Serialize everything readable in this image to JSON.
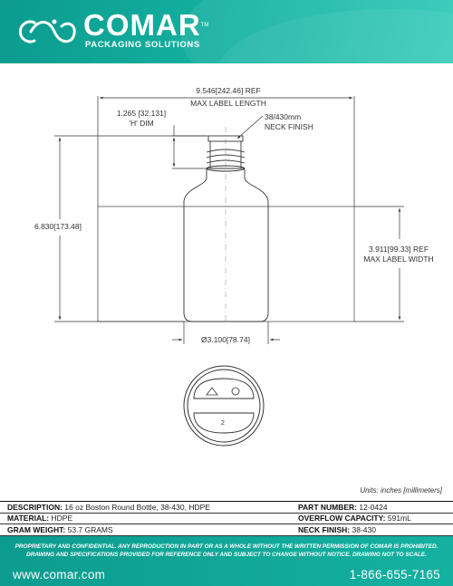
{
  "header": {
    "brand": "COMAR",
    "trademark": "TM",
    "tagline": "PACKAGING SOLUTIONS",
    "logo_icon": "comar-loop-logo-icon",
    "brand_color": "#14b3a2"
  },
  "drawing": {
    "label_length_dim": "9.546",
    "label_length_mm": "242.46",
    "label_length_suffix": "REF",
    "label_length_caption": "MAX LABEL LENGTH",
    "h_dim_value": "1.265 [32.131]",
    "h_dim_caption": "'H' DIM",
    "neck_finish_value": "38/430mm",
    "neck_finish_caption": "NECK FINISH",
    "height_value": "6.830",
    "height_mm": "173.48",
    "label_width_value": "3.911",
    "label_width_mm": "99.33",
    "label_width_suffix": "REF",
    "label_width_caption": "MAX LABEL WIDTH",
    "diameter_symbol": "Ø",
    "diameter_value": "3.100",
    "diameter_mm": "78.74",
    "recycle_code": "2"
  },
  "units_note": "Units: inches [millimeters]",
  "spec_table": {
    "description_label": "DESCRIPTION:",
    "description_value": "16 oz Boston Round Bottle, 38-430, HDPE",
    "part_number_label": "PART NUMBER:",
    "part_number_value": "12-0424",
    "material_label": "MATERIAL:",
    "material_value": "HDPE",
    "overflow_label": "OVERFLOW CAPACITY:",
    "overflow_value": "591mL",
    "gram_weight_label": "GRAM WEIGHT:",
    "gram_weight_value": "53.7 GRAMS",
    "neck_finish_label": "NECK FINISH:",
    "neck_finish_value": "38-430"
  },
  "footer": {
    "legal_line1": "PROPRIETARY AND CONFIDENTIAL. ANY REPRODUCTION IN PART OR AS A WHOLE WITHOUT THE WRITTEN PERMISSION OF COMAR IS PROHIBITED.",
    "legal_line2": "DRAWING AND SPECIFICATIONS PROVIDED FOR REFERENCE ONLY AND SUBJECT TO CHANGE WITHOUT NOTICE. DRAWING NOT TO SCALE.",
    "website": "www.comar.com",
    "phone": "1-866-655-7165"
  }
}
